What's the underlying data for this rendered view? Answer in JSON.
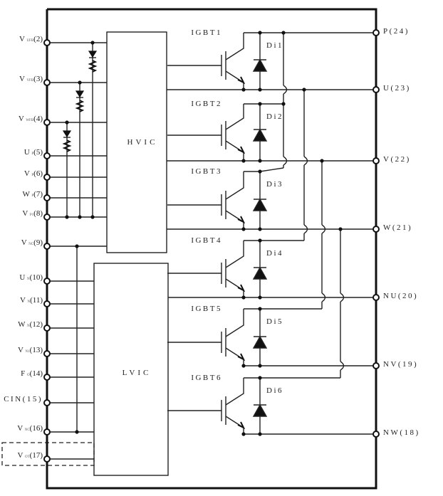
{
  "diagram": {
    "title": "IPM internal circuit",
    "blocks": {
      "hvic": {
        "label": "HVIC"
      },
      "lvic": {
        "label": "LVIC"
      }
    },
    "left_pins": [
      {
        "main": "V",
        "sub": "UFB",
        "num": "(2)"
      },
      {
        "main": "V",
        "sub": "VFB",
        "num": "(3)"
      },
      {
        "main": "V",
        "sub": "WFB",
        "num": "(4)"
      },
      {
        "main": "U",
        "sub": "P",
        "num": "(5)"
      },
      {
        "main": "V",
        "sub": "P",
        "num": "(6)"
      },
      {
        "main": "W",
        "sub": "P",
        "num": "(7)"
      },
      {
        "main": "V",
        "sub": "P1",
        "num": "(8)"
      },
      {
        "main": "V",
        "sub": "NC",
        "num": "(9)"
      },
      {
        "main": "U",
        "sub": "N",
        "num": "(10)"
      },
      {
        "main": "V",
        "sub": "N",
        "num": "(11)"
      },
      {
        "main": "W",
        "sub": "N",
        "num": "(12)"
      },
      {
        "main": "V",
        "sub": "N1",
        "num": "(13)"
      },
      {
        "main": "F",
        "sub": "O",
        "num": "(14)"
      },
      {
        "main": "CIN",
        "sub": "",
        "num": "(15)"
      },
      {
        "main": "V",
        "sub": "NC",
        "num": "(16)"
      },
      {
        "main": "V",
        "sub": "OT",
        "num": "(17)"
      }
    ],
    "right_pins": [
      {
        "label": "P(24)"
      },
      {
        "label": "U(23)"
      },
      {
        "label": "V(22)"
      },
      {
        "label": "W(21)"
      },
      {
        "label": "NU(20)"
      },
      {
        "label": "NV(19)"
      },
      {
        "label": "NW(18)"
      }
    ],
    "igbts": [
      {
        "label": "IGBT1",
        "diode": "Di1"
      },
      {
        "label": "IGBT2",
        "diode": "Di2"
      },
      {
        "label": "IGBT3",
        "diode": "Di3"
      },
      {
        "label": "IGBT4",
        "diode": "Di4"
      },
      {
        "label": "IGBT5",
        "diode": "Di5"
      },
      {
        "label": "IGBT6",
        "diode": "Di6"
      }
    ],
    "colors": {
      "line": "#222222",
      "background": "#ffffff"
    }
  }
}
